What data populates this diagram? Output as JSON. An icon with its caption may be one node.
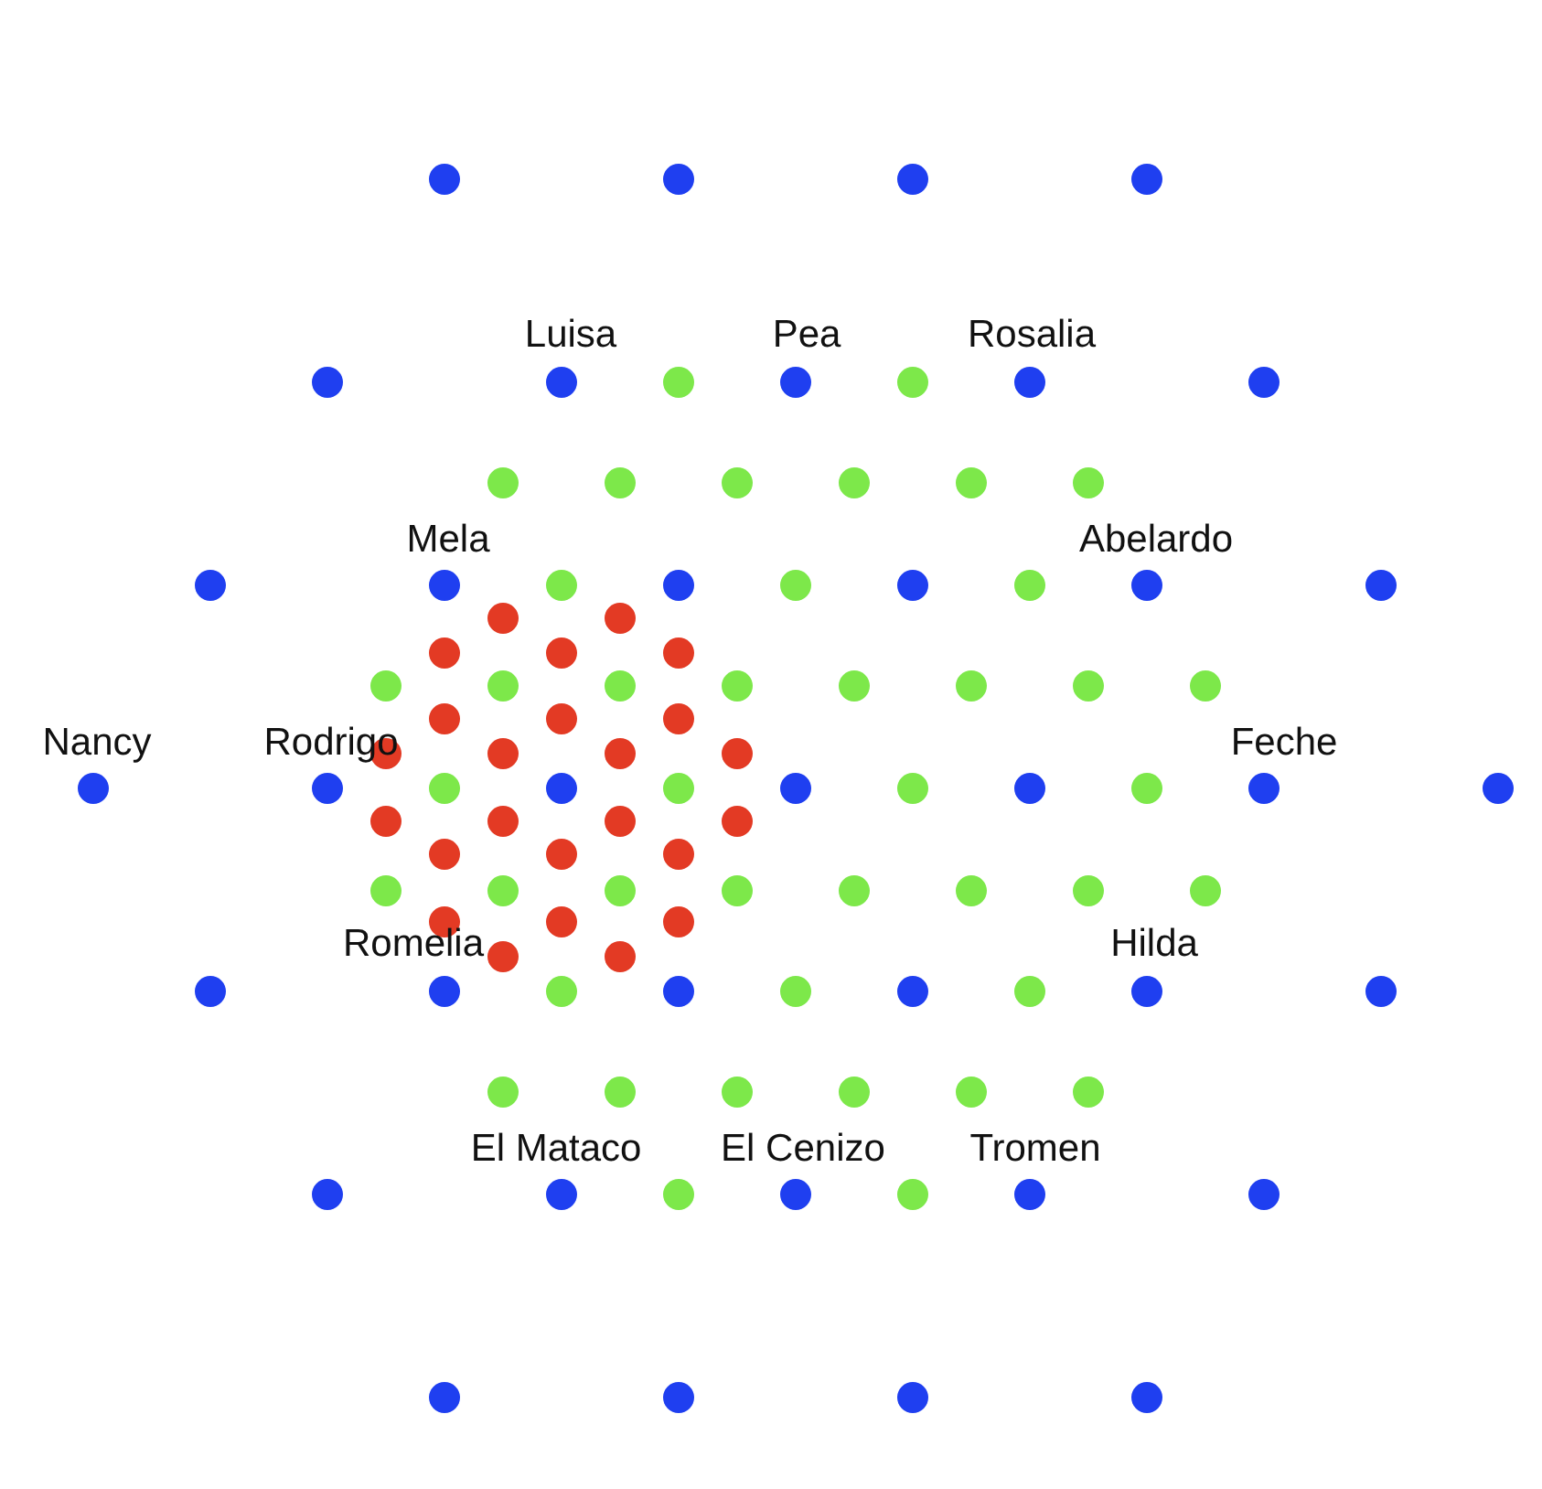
{
  "diagram": {
    "labels": [
      "Luisa",
      "Pea",
      "Rosalia",
      "Mela",
      "Abelardo",
      "Nancy",
      "Rodrigo",
      "Feche",
      "Romelia",
      "Hilda",
      "El Mataco",
      "El Cenizo",
      "Tromen"
    ]
  }
}
